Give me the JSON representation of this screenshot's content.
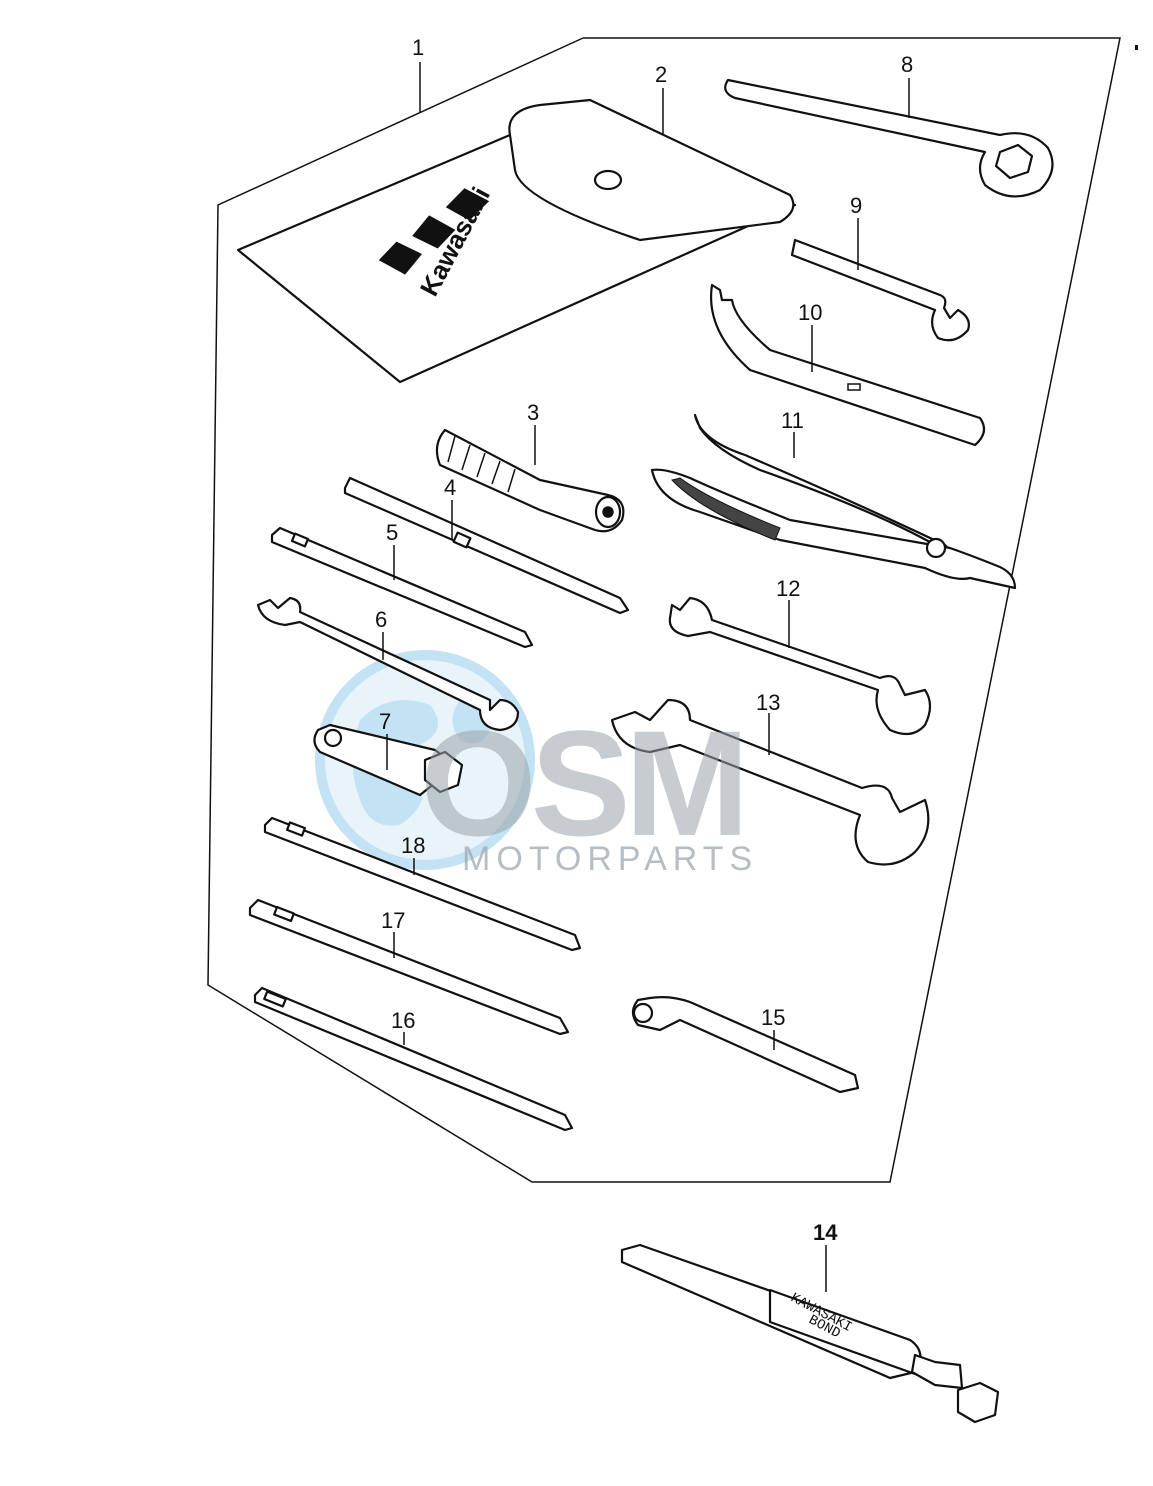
{
  "diagram": {
    "callouts": [
      "1",
      "2",
      "3",
      "4",
      "5",
      "6",
      "7",
      "8",
      "9",
      "10",
      "11",
      "12",
      "13",
      "14",
      "15",
      "16",
      "17",
      "18"
    ],
    "pouch_brand": "Kawasaki",
    "tube_label_line1": "KAWASAKI",
    "tube_label_line2": "BOND"
  },
  "watermark": {
    "logo_text": "OSM",
    "sub_text": "MOTORPARTS",
    "colors": {
      "globe": "#8fc9ea",
      "text": "#9aa3ab",
      "accent": "#1a8ec8"
    }
  }
}
